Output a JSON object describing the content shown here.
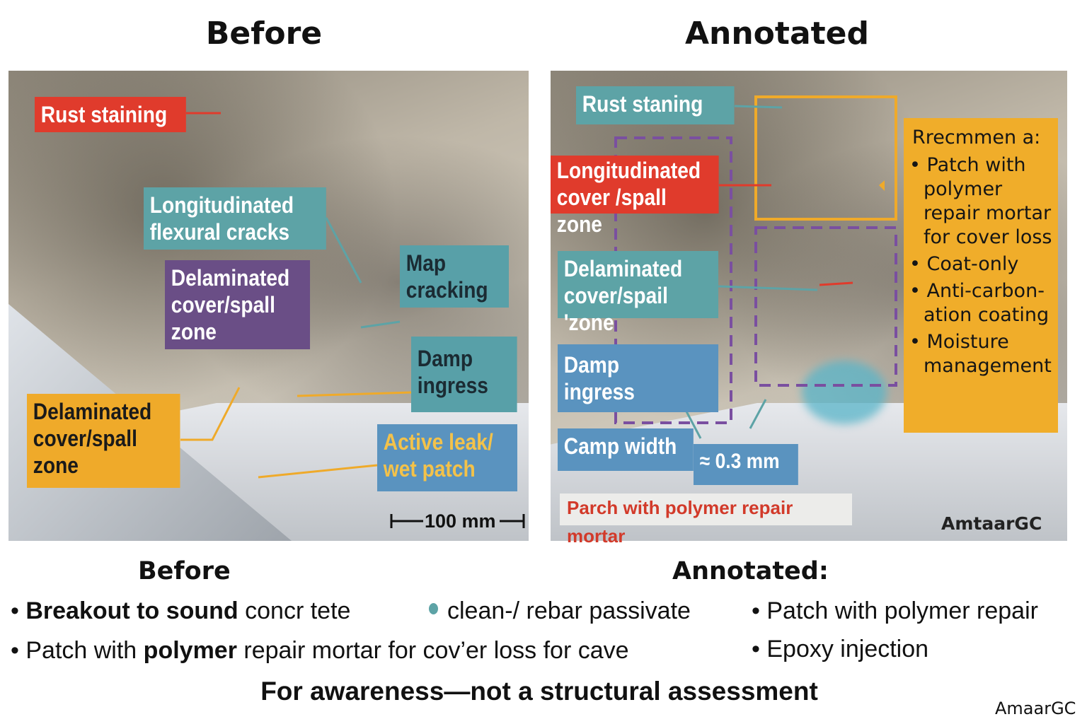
{
  "titles": {
    "before": "Before",
    "annotated": "Annotated"
  },
  "before_panel": {
    "rust": "Rust staining",
    "longitudinal": [
      "Longitudinated",
      "flexural cracks"
    ],
    "delam_purple": [
      "Delaminated",
      "cover/spall",
      "zone"
    ],
    "map": [
      "Map",
      "cracking"
    ],
    "damp": [
      "Damp",
      "ingress"
    ],
    "delam_orange": [
      "Delaminated",
      "cover/spall",
      "zone"
    ],
    "leak": [
      "Active leak/",
      "wet patch"
    ],
    "scale": "100 mm"
  },
  "annotated_panel": {
    "rust": "Rust staning",
    "longitudinal": [
      "Longitudinated",
      "cover /spall zone"
    ],
    "delam": [
      "Delaminated",
      "cover/spail 'zone"
    ],
    "damp": [
      "Damp",
      "ingress"
    ],
    "width": "Camp width",
    "width_value": "≈ 0.3 mm",
    "patch": "Parch with polymer repair mortar",
    "watermark": "AmtaarGC",
    "recommend": {
      "title": "Rrecmmen a:",
      "items": [
        "Patch with polymer repair mortar for cover loss",
        "Coat-only",
        "Anti-carbon- ation coating",
        "Moisture management"
      ]
    }
  },
  "bottom": {
    "before_heading": "Before",
    "annotated_heading": "Annotated:",
    "line1_bold": "Breakout to sound",
    "line1_rest": " concr tete",
    "line1_b": "clean-/ rebar passivate",
    "line2_a": "Patch with ",
    "line2_bold": "polymer",
    "line2_rest": " repair mortar for cov’er loss for cave",
    "right1": "Patch with polymer repair",
    "right2": "Epoxy injection",
    "disclaimer": "For awareness—not a structural assessment",
    "signature": "AmaarGC"
  },
  "colors": {
    "red": "#e03b2c",
    "teal": "#5da3a6",
    "purple": "#6a4e86",
    "orange": "#efaa2a",
    "blue": "#5a93bf"
  }
}
